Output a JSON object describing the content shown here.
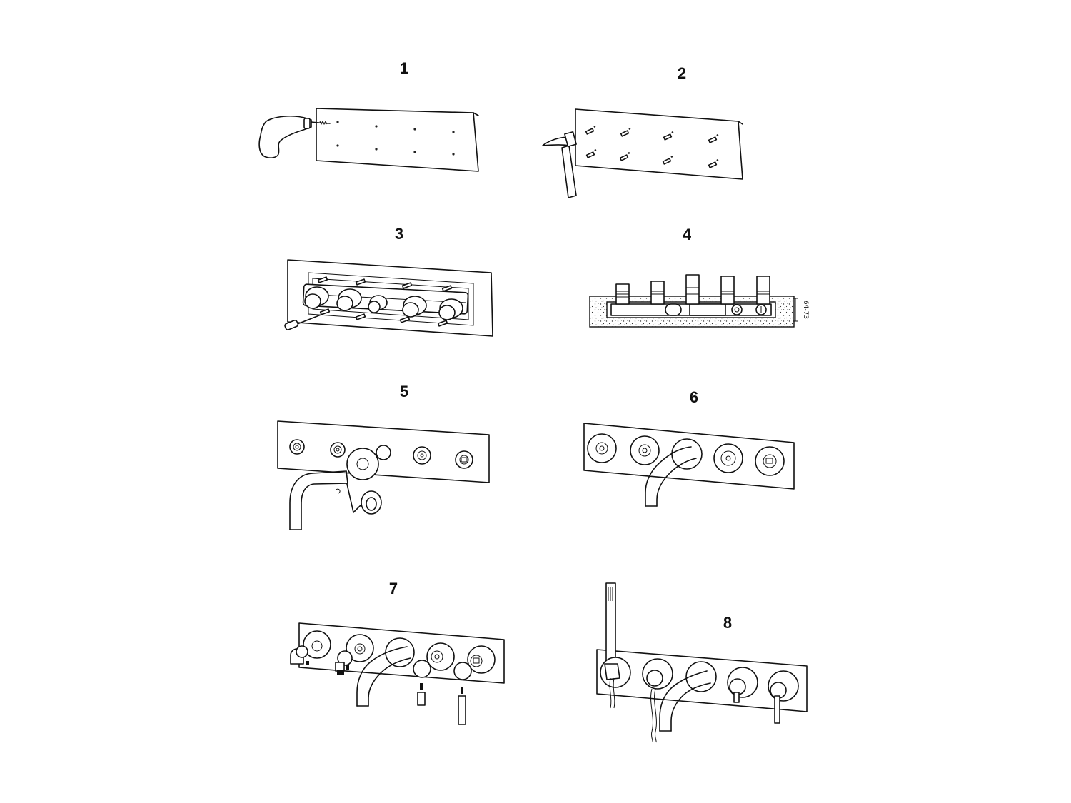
{
  "steps": [
    {
      "number": "1"
    },
    {
      "number": "2"
    },
    {
      "number": "3"
    },
    {
      "number": "4",
      "dimension_label": "64-73"
    },
    {
      "number": "5"
    },
    {
      "number": "6"
    },
    {
      "number": "7"
    },
    {
      "number": "8"
    }
  ],
  "colors": {
    "line": "#111111",
    "background": "#ffffff"
  },
  "icons": [
    "drill-icon",
    "hammer-icon",
    "screwdriver-icon",
    "tape-roll-icon",
    "hand-shower-icon",
    "spout-icon"
  ]
}
